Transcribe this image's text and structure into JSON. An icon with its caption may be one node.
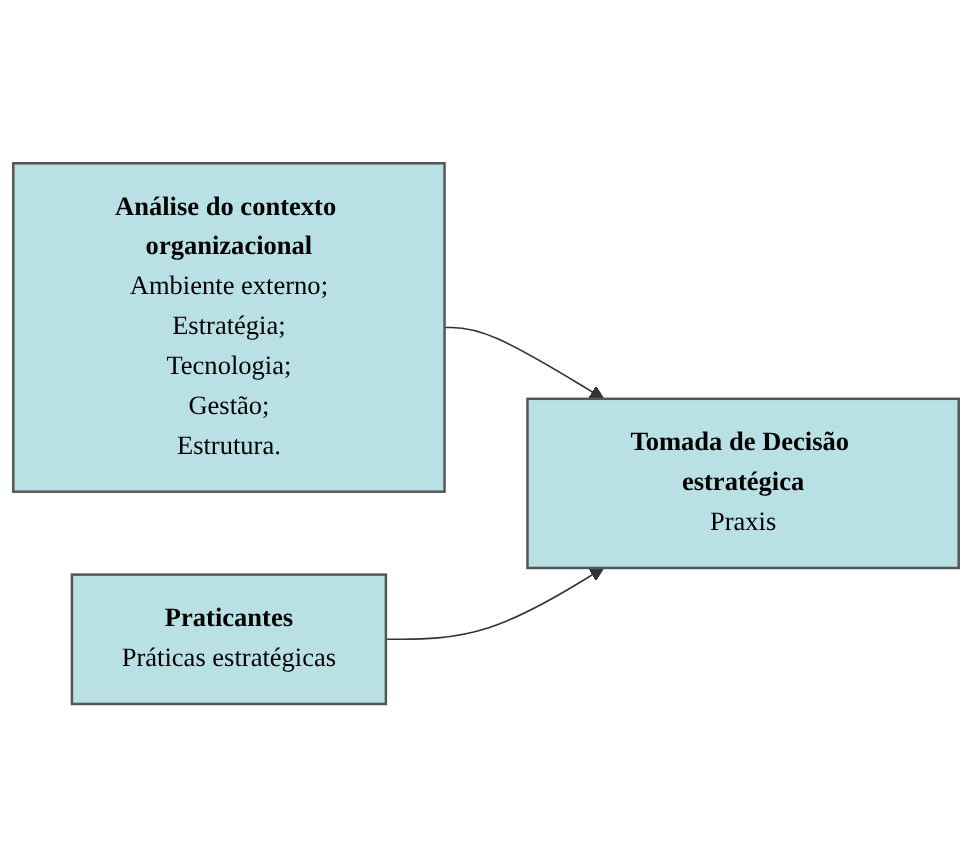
{
  "diagram": {
    "nodes": [
      {
        "text": [
          "Análise do contexto organizacional",
          "Ambiente externo;",
          "Estratégia;",
          "Tecnologia;",
          "Gestão;",
          "Estrutura."
        ]
      },
      {
        "text": [
          "Tomada de Decisão estratégica",
          "Praxis"
        ]
      },
      {
        "text": [
          "Praticantes",
          "Práticas estratégicas"
        ]
      }
    ],
    "edges": [
      {
        "from": 0,
        "to": 1,
        "arrow": "to"
      },
      {
        "from": 2,
        "to": 1,
        "arrow": "to"
      }
    ]
  }
}
